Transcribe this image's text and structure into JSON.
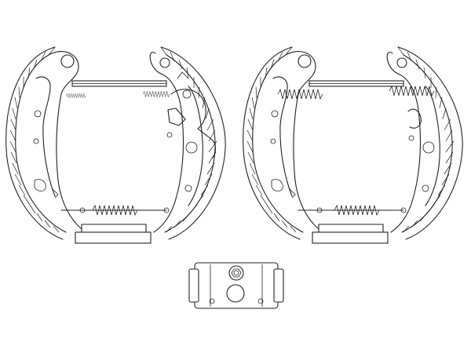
{
  "diagram": {
    "components": [
      {
        "name": "left-brake-shoe-assembly"
      },
      {
        "name": "right-brake-shoe-assembly"
      },
      {
        "name": "wheel-brake-cylinder"
      }
    ],
    "colors": {
      "stroke": "#222222",
      "background": "#ffffff"
    }
  }
}
